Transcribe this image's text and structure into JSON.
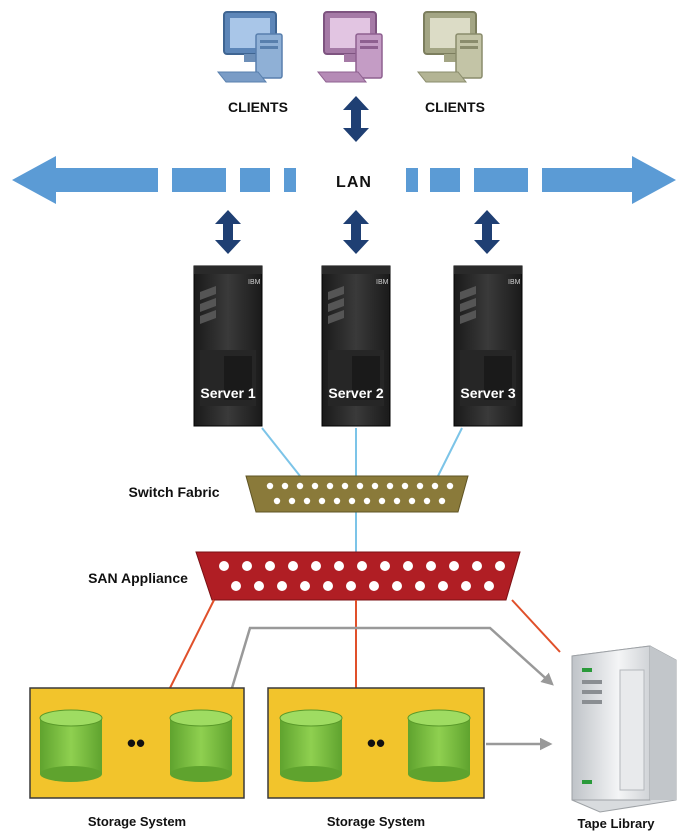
{
  "clients": {
    "left_label": "CLIENTS",
    "right_label": "CLIENTS",
    "monitor_colors": [
      "#6f96c2",
      "#b07fb0",
      "#a8ab8a"
    ]
  },
  "lan": {
    "label": "LAN",
    "color": "#5b9bd5"
  },
  "servers": [
    {
      "label": "Server 1",
      "brand": "IBM"
    },
    {
      "label": "Server 2",
      "brand": "IBM"
    },
    {
      "label": "Server 3",
      "brand": "IBM"
    }
  ],
  "switch_fabric": {
    "label": "Switch Fabric",
    "color": "#8a7a3a"
  },
  "san_appliance": {
    "label": "SAN Appliance",
    "color": "#b01e24"
  },
  "storage_systems": [
    {
      "label": "Storage System",
      "separator": "••"
    },
    {
      "label": "Storage System",
      "separator": "••"
    }
  ],
  "tape_library": {
    "label": "Tape Library"
  },
  "colors": {
    "arrow_dark": "#1f3f73",
    "fiber_line": "#7cc4e8",
    "san_line": "#e0502a",
    "gray_arrow": "#999999",
    "storage_fill": "#f2c42c",
    "disk_fill": "#7fc241"
  }
}
